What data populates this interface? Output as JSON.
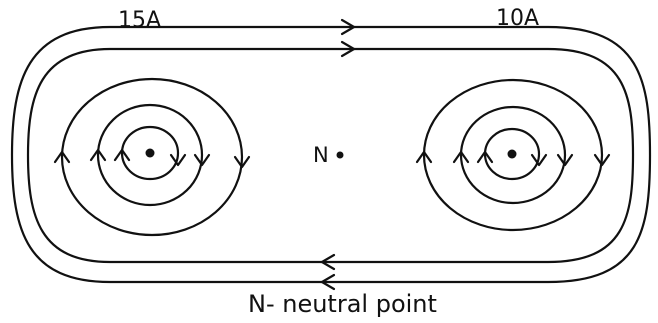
{
  "diagram": {
    "left_current_label": "15A",
    "right_current_label": "10A",
    "neutral_point_marker": "N",
    "caption": "N- neutral point"
  },
  "colors": {
    "ink": "#111111",
    "background": "#ffffff"
  }
}
